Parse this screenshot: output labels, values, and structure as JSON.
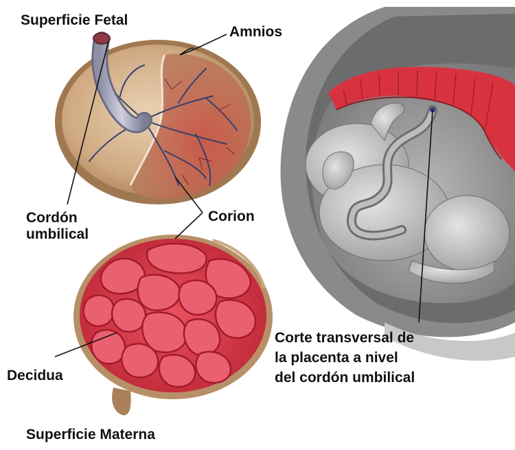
{
  "labels": {
    "fetal_surface": "Superficie Fetal",
    "amnion": "Amnios",
    "umbilical_cord": [
      "Cordón",
      "umbilical"
    ],
    "chorion": "Corion",
    "decidua": "Decidua",
    "cross_section": [
      "Corte transversal de",
      "la placenta a nivel",
      "del cordón umbilical"
    ],
    "maternal_surface": "Superficie Materna"
  },
  "colors": {
    "placenta_red": "#d8323f",
    "cotyledon_pink": "#e85566",
    "rim_tan": "#c9a77f",
    "fetal_surface_tan": "#d6b48e",
    "vessel_blue": "#3b4a7a",
    "grey_section": "#9a9a9a"
  }
}
